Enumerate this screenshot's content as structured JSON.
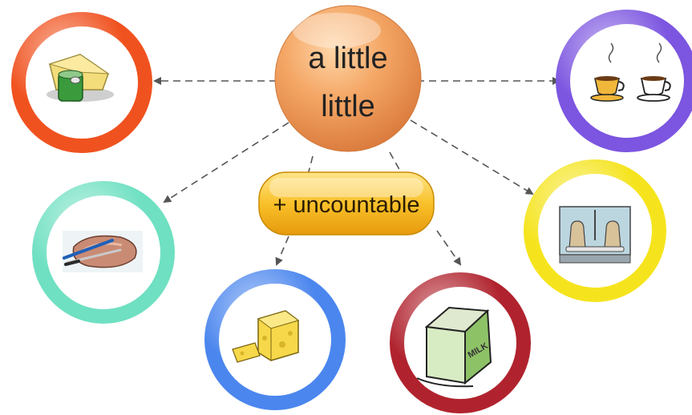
{
  "center": {
    "line1": "a little",
    "line2": "little"
  },
  "tag": {
    "label": "+ uncountable"
  },
  "items": [
    {
      "id": "cheese-and-jar",
      "ring_color": "#f0521f",
      "icon": "cheese-wedge-and-jar-icon"
    },
    {
      "id": "meat",
      "ring_color": "#6fe0c2",
      "icon": "sliced-meat-icon"
    },
    {
      "id": "cheese",
      "ring_color": "#4b86ee",
      "icon": "cheese-block-icon"
    },
    {
      "id": "milk",
      "ring_color": "#b0232e",
      "icon": "milk-carton-icon",
      "label": "MILK"
    },
    {
      "id": "salt-pepper",
      "ring_color": "#f5e41d",
      "icon": "salt-pepper-shakers-icon"
    },
    {
      "id": "coffee",
      "ring_color": "#7c55e0",
      "icon": "coffee-cups-icon"
    }
  ],
  "colors": {
    "hub": "#f0a35e",
    "tag": "#f7bd1f",
    "arrow": "#555555"
  }
}
